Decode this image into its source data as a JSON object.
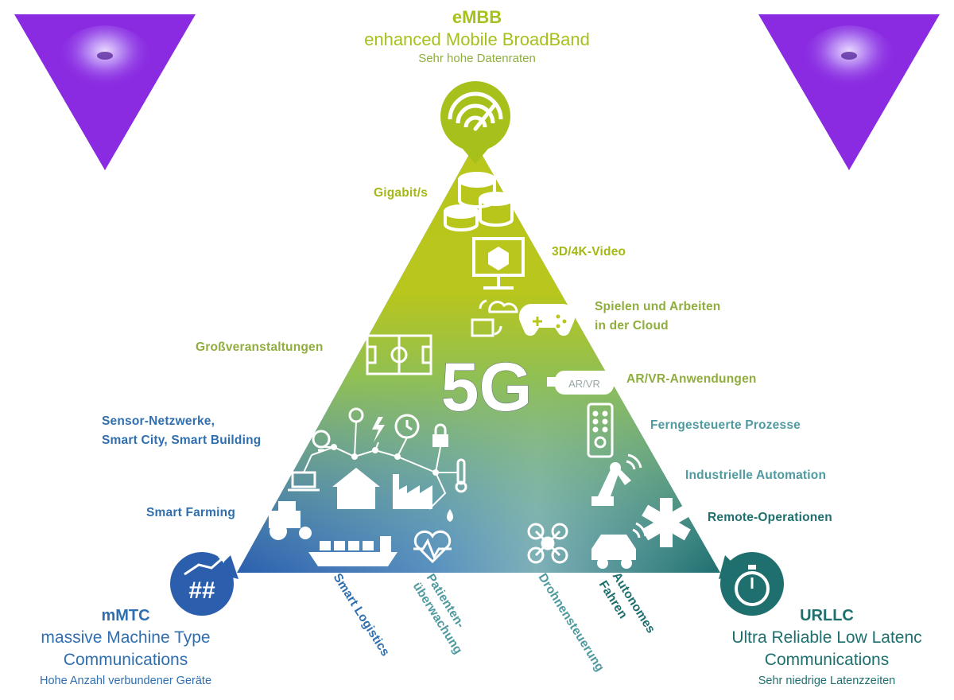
{
  "top": {
    "abbr": "eMBB",
    "name": "enhanced Mobile BroadBand",
    "desc": "Sehr hohe Datenraten"
  },
  "left": {
    "abbr": "mMTC",
    "name_line1": "massive Machine Type",
    "name_line2": "Communications",
    "desc": "Hohe Anzahl verbundener Geräte"
  },
  "right": {
    "abbr": "URLLC",
    "name_line1": "Ultra Reliable Low Latenc",
    "name_line2": "Communications",
    "desc": "Sehr niedrige Latenzzeiten"
  },
  "center": "5G",
  "vr_label": "AR/VR",
  "labels": {
    "gigabit": "Gigabit/s",
    "video": "3D/4K-Video",
    "cloud_1": "Spielen und Arbeiten",
    "cloud_2": "in der Cloud",
    "events": "Großveranstaltungen",
    "arvr": "AR/VR-Anwendungen",
    "sensor_1": "Sensor-Netzwerke,",
    "sensor_2": "Smart City, Smart Building",
    "remote_proc": "Ferngesteuerte Prozesse",
    "industrial": "Industrielle Automation",
    "farming": "Smart Farming",
    "remote_ops": "Remote-Operationen",
    "logistics": "Smart Logistics",
    "patient_1": "Patienten-",
    "patient_2": "überwachung",
    "drone": "Drohnensteuerung",
    "auto_1": "Autonomes",
    "auto_2": "Fahren"
  },
  "colors": {
    "green": "#a8c01c",
    "teal": "#1e6f6e",
    "blue": "#2b5fae",
    "purple": "#8a2be2"
  }
}
